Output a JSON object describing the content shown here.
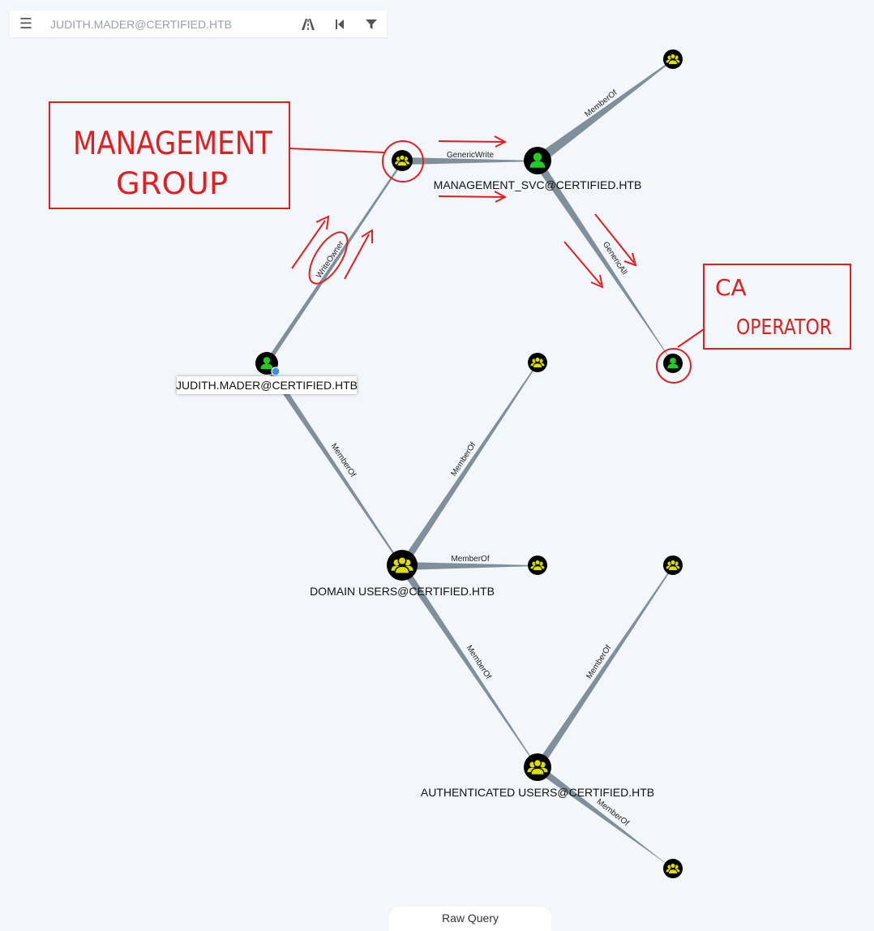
{
  "toolbar": {
    "search_placeholder": "JUDITH.MADER@CERTIFIED.HTB",
    "icons": [
      "menu-icon",
      "pathfinding-icon",
      "back-icon",
      "filter-icon"
    ]
  },
  "nodes": {
    "judith": "JUDITH.MADER@CERTIFIED.HTB",
    "management_svc": "MANAGEMENT_SVC@CERTIFIED.HTB",
    "domain_users": "DOMAIN USERS@CERTIFIED.HTB",
    "authenticated_users": "AUTHENTICATED USERS@CERTIFIED.HTB"
  },
  "edges": {
    "write_owner": "WriteOwner",
    "generic_write": "GenericWrite",
    "generic_all": "GenericAll",
    "member_of": "MemberOf"
  },
  "annotations": {
    "management_line1": "MANAGEMENT",
    "management_line2": "GROUP",
    "ca_line1": "CA",
    "ca_line2": "OPERATOR"
  },
  "footer": {
    "raw_query": "Raw Query"
  },
  "colors": {
    "background": "#f3f6fa",
    "edge": "#7f8f9c",
    "user_icon": "#22cc22",
    "group_icon": "#dddd00",
    "node_fill": "#000000",
    "annotation": "#e02020"
  }
}
